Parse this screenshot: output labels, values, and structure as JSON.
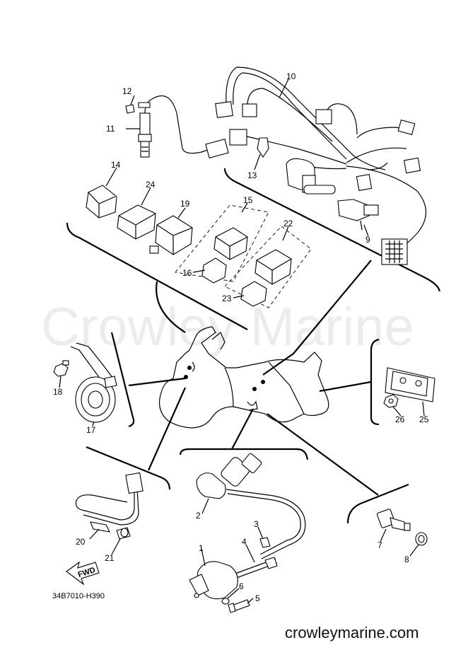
{
  "watermark": "Crowley Marine",
  "site_url": "crowleymarine.com",
  "diagram_code": "34B7010-H390",
  "fwd_arrow_label": "FWD",
  "callouts": [
    "1",
    "2",
    "3",
    "4",
    "5",
    "6",
    "7",
    "8",
    "9",
    "10",
    "11",
    "12",
    "13",
    "14",
    "15",
    "16",
    "17",
    "18",
    "19",
    "20",
    "21",
    "22",
    "23",
    "24",
    "25",
    "26"
  ]
}
